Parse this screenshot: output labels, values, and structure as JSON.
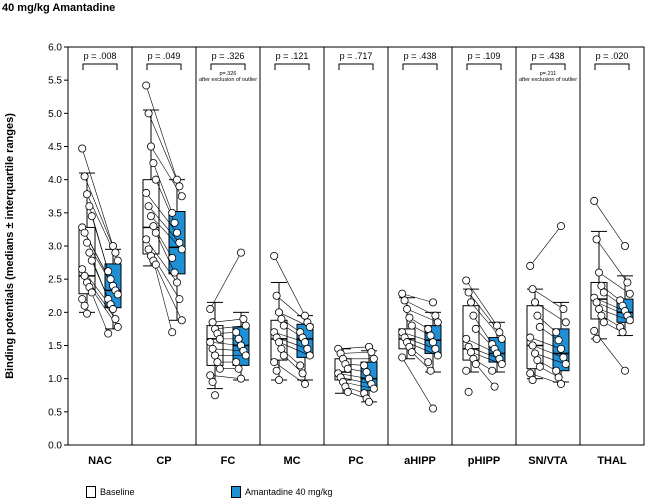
{
  "title": "40 mg/kg Amantadine",
  "colors": {
    "baseline": "#ffffff",
    "amantadine": "#1f8fd6",
    "frame": "#000000"
  },
  "chart_data": {
    "type": "box",
    "ylabel": "Binding potentials (medians ± interquartile ranges)",
    "ylim": [
      0.0,
      6.0
    ],
    "yticks": [
      "0.0",
      "0.5",
      "1.0",
      "1.5",
      "2.0",
      "2.5",
      "3.0",
      "3.5",
      "4.0",
      "4.5",
      "5.0",
      "5.5",
      "6.0"
    ],
    "legend": {
      "baseline": "Baseline",
      "amantadine": "Amantadine  40 mg/kg",
      "position": "bottom"
    },
    "regions": [
      {
        "name": "NAC",
        "p": "p = .008",
        "note": "",
        "baseline": {
          "wlo": 2.0,
          "q1": 2.28,
          "med": 2.55,
          "q3": 3.28,
          "whi": 4.1
        },
        "amantadine": {
          "wlo": 1.75,
          "q1": 2.07,
          "med": 2.33,
          "q3": 2.73,
          "whi": 2.95
        },
        "points_baseline": [
          4.47,
          4.05,
          3.78,
          3.6,
          3.45,
          3.28,
          3.2,
          3.05,
          2.9,
          2.78,
          2.65,
          2.55,
          2.45,
          2.38,
          2.3,
          2.2,
          2.1,
          1.98
        ],
        "points_amantadine": [
          3.0,
          2.9,
          2.78,
          2.62,
          2.5,
          2.4,
          2.33,
          2.27,
          2.2,
          2.12,
          2.05,
          1.9,
          1.78,
          1.68
        ]
      },
      {
        "name": "CP",
        "p": "p = .049",
        "note": "",
        "baseline": {
          "wlo": 2.7,
          "q1": 2.88,
          "med": 3.28,
          "q3": 4.0,
          "whi": 5.05
        },
        "amantadine": {
          "wlo": 1.88,
          "q1": 2.58,
          "med": 2.98,
          "q3": 3.52,
          "whi": 4.0
        },
        "points_baseline": [
          5.42,
          5.0,
          4.5,
          4.25,
          4.0,
          3.8,
          3.6,
          3.45,
          3.3,
          3.2,
          3.1,
          2.95,
          2.85,
          2.78,
          2.72
        ],
        "points_amantadine": [
          4.0,
          3.9,
          3.75,
          3.5,
          3.35,
          3.2,
          3.05,
          2.95,
          2.82,
          2.6,
          2.45,
          2.2,
          1.88,
          1.7
        ]
      },
      {
        "name": "FC",
        "p": "p = .326",
        "note": "p=.326 after exclusion of outlier",
        "baseline": {
          "wlo": 0.85,
          "q1": 1.2,
          "med": 1.6,
          "q3": 1.8,
          "whi": 2.15
        },
        "amantadine": {
          "wlo": 0.98,
          "q1": 1.2,
          "med": 1.5,
          "q3": 1.78,
          "whi": 2.0
        },
        "points_baseline": [
          2.05,
          1.85,
          1.75,
          1.68,
          1.6,
          1.55,
          1.45,
          1.35,
          1.25,
          1.15,
          1.05,
          0.95,
          0.75
        ],
        "points_amantadine": [
          2.9,
          1.9,
          1.8,
          1.7,
          1.6,
          1.5,
          1.42,
          1.35,
          1.25,
          1.15,
          1.0
        ]
      },
      {
        "name": "MC",
        "p": "p = .121",
        "note": "",
        "baseline": {
          "wlo": 0.98,
          "q1": 1.28,
          "med": 1.6,
          "q3": 1.88,
          "whi": 2.45
        },
        "amantadine": {
          "wlo": 0.98,
          "q1": 1.32,
          "med": 1.6,
          "q3": 1.82,
          "whi": 1.95
        },
        "points_baseline": [
          2.85,
          2.25,
          2.0,
          1.9,
          1.8,
          1.7,
          1.62,
          1.55,
          1.45,
          1.35,
          1.25,
          1.12,
          0.98
        ],
        "points_amantadine": [
          1.95,
          1.85,
          1.78,
          1.7,
          1.62,
          1.55,
          1.45,
          1.35,
          1.2,
          1.08,
          0.92
        ]
      },
      {
        "name": "PC",
        "p": "p = .717",
        "note": "",
        "baseline": {
          "wlo": 0.78,
          "q1": 0.98,
          "med": 1.1,
          "q3": 1.3,
          "whi": 1.45
        },
        "amantadine": {
          "wlo": 0.65,
          "q1": 0.82,
          "med": 1.0,
          "q3": 1.25,
          "whi": 1.42
        },
        "points_baseline": [
          1.45,
          1.38,
          1.3,
          1.22,
          1.15,
          1.08,
          1.02,
          0.95,
          0.88,
          0.8
        ],
        "points_amantadine": [
          1.48,
          1.4,
          1.3,
          1.2,
          1.1,
          1.0,
          0.92,
          0.85,
          0.78,
          0.7,
          0.65
        ]
      },
      {
        "name": "aHIPP",
        "p": "p = .438",
        "note": "",
        "baseline": {
          "wlo": 1.3,
          "q1": 1.45,
          "med": 1.6,
          "q3": 1.75,
          "whi": 2.22
        },
        "amantadine": {
          "wlo": 1.1,
          "q1": 1.38,
          "med": 1.58,
          "q3": 1.8,
          "whi": 2.0
        },
        "points_baseline": [
          2.28,
          2.18,
          2.05,
          1.92,
          1.8,
          1.7,
          1.62,
          1.55,
          1.48,
          1.4,
          1.32
        ],
        "points_amantadine": [
          2.15,
          1.95,
          1.85,
          1.75,
          1.65,
          1.55,
          1.45,
          1.35,
          1.25,
          1.12,
          0.55
        ]
      },
      {
        "name": "pHIPP",
        "p": "p = .109",
        "note": "",
        "baseline": {
          "wlo": 1.1,
          "q1": 1.28,
          "med": 1.45,
          "q3": 2.1,
          "whi": 2.35
        },
        "amantadine": {
          "wlo": 1.1,
          "q1": 1.25,
          "med": 1.38,
          "q3": 1.62,
          "whi": 1.85
        },
        "points_baseline": [
          2.48,
          2.3,
          2.15,
          1.95,
          1.75,
          1.6,
          1.48,
          1.4,
          1.3,
          1.22,
          1.12,
          0.8
        ],
        "points_amantadine": [
          1.8,
          1.7,
          1.6,
          1.52,
          1.45,
          1.38,
          1.3,
          1.22,
          1.12,
          0.88
        ]
      },
      {
        "name": "SN/VTA",
        "p": "p = .438",
        "note": "p=.211 after exclusion of outlier",
        "baseline": {
          "wlo": 1.0,
          "q1": 1.15,
          "med": 1.5,
          "q3": 2.1,
          "whi": 2.35
        },
        "amantadine": {
          "wlo": 0.95,
          "q1": 1.12,
          "med": 1.38,
          "q3": 1.75,
          "whi": 2.15
        },
        "points_baseline": [
          2.7,
          2.35,
          2.15,
          1.95,
          1.78,
          1.62,
          1.5,
          1.38,
          1.28,
          1.18,
          1.08,
          0.98
        ],
        "points_amantadine": [
          3.3,
          2.05,
          1.85,
          1.7,
          1.58,
          1.45,
          1.32,
          1.22,
          1.12,
          1.02,
          0.92
        ]
      },
      {
        "name": "THAL",
        "p": "p = .020",
        "note": "",
        "baseline": {
          "wlo": 1.6,
          "q1": 1.9,
          "med": 2.2,
          "q3": 2.45,
          "whi": 3.22
        },
        "amantadine": {
          "wlo": 1.65,
          "q1": 1.85,
          "med": 2.0,
          "q3": 2.2,
          "whi": 2.55
        },
        "points_baseline": [
          3.68,
          3.1,
          2.6,
          2.4,
          2.3,
          2.22,
          2.15,
          2.05,
          1.95,
          1.85,
          1.72,
          1.6
        ],
        "points_amantadine": [
          3.0,
          2.45,
          2.28,
          2.18,
          2.1,
          2.02,
          1.95,
          1.88,
          1.78,
          1.7,
          1.12
        ]
      }
    ]
  }
}
